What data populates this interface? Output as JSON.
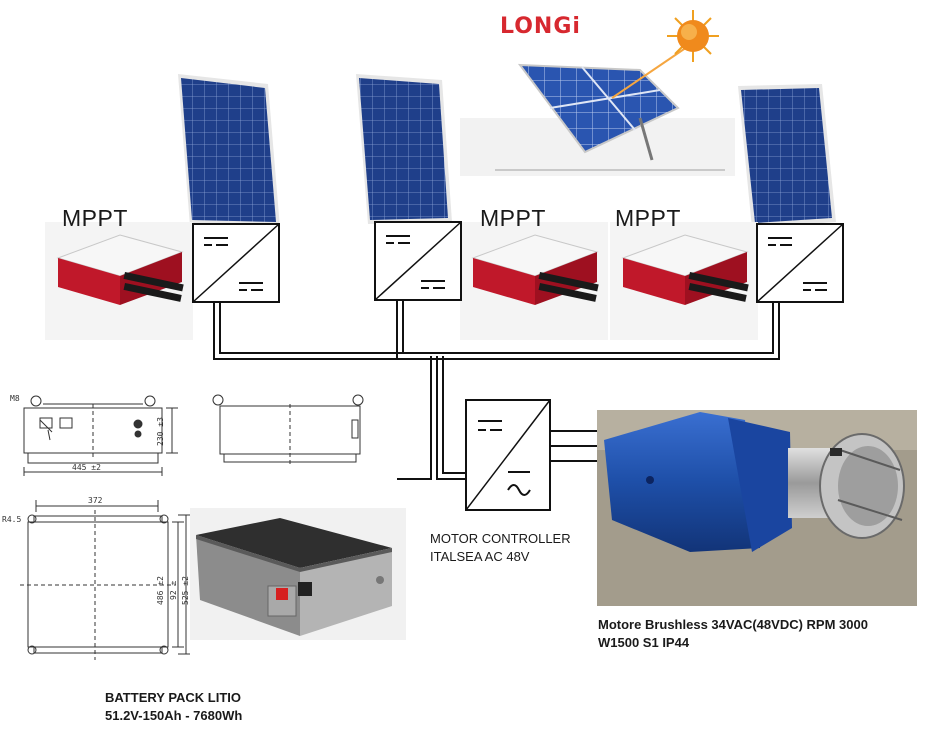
{
  "brand": {
    "name": "LONGi"
  },
  "labels": {
    "mppt_1": "MPPT",
    "mppt_2": "MPPT",
    "mppt_3": "MPPT",
    "controller_line1": "MOTOR CONTROLLER",
    "controller_line2": "ITALSEA AC 48V",
    "motor_line1": "Motore Brushless 34VAC(48VDC) RPM 3000",
    "motor_line2": "W1500 S1 IP44",
    "battery_line1": "BATTERY PACK LITIO",
    "battery_line2": "51.2V-150Ah - 7680Wh"
  },
  "drawing_dims": {
    "width_top": "445 ±2",
    "height_side": "230 ±3",
    "bolt": "M8",
    "width_plan": "372",
    "depth_inner": "486 ±2",
    "depth_mid": "92 ±",
    "depth_outer": "525 ±2",
    "hole": "R4.5"
  },
  "colors": {
    "panel_blue": "#1f3f8a",
    "mppt_red": "#c0182a",
    "motor_blue": "#1e4fa8",
    "sun_orange": "#f08a1c",
    "brand_red": "#d7282f"
  }
}
